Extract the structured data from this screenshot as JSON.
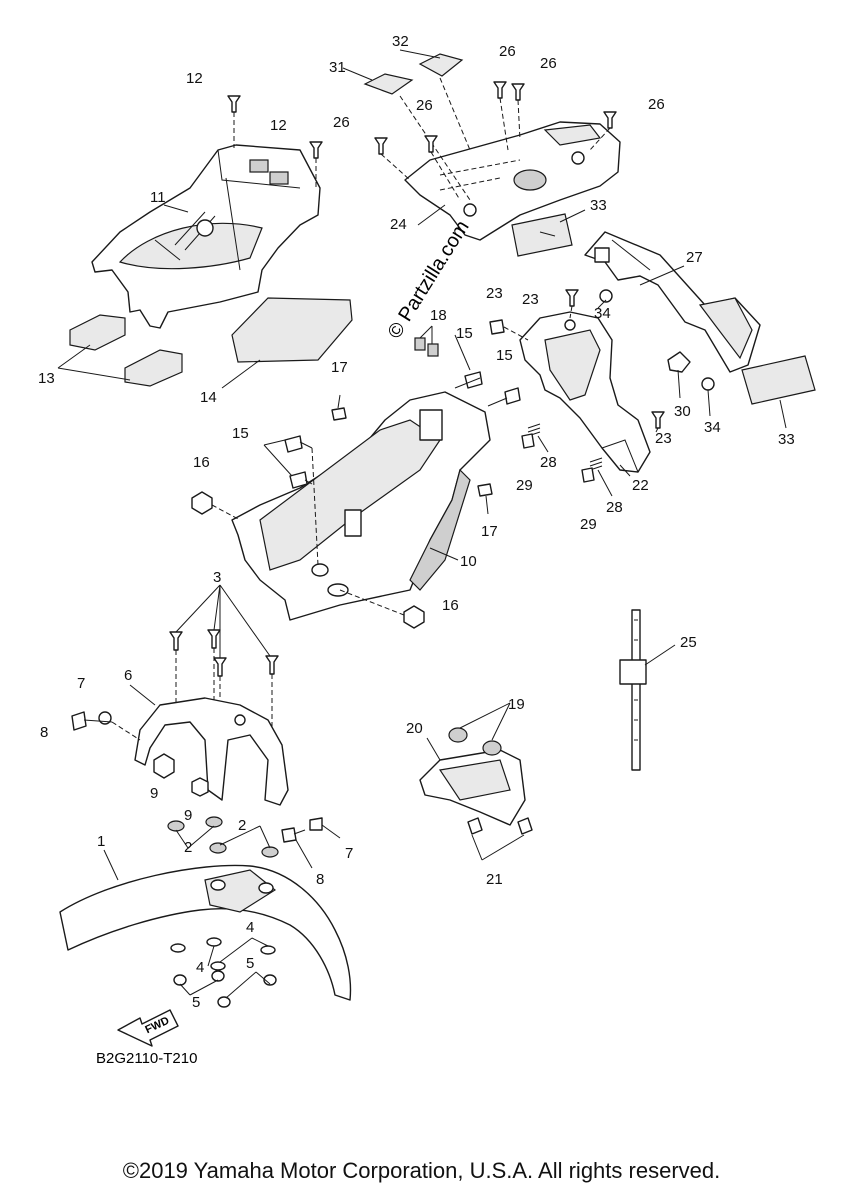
{
  "diagram": {
    "drawing_code": "B2G2110-T210",
    "watermark": "© Partzilla.com",
    "fwd_arrow_label": "FWD",
    "labels": [
      {
        "id": "l1",
        "text": "1"
      },
      {
        "id": "l2a",
        "text": "2"
      },
      {
        "id": "l2b",
        "text": "2"
      },
      {
        "id": "l3",
        "text": "3"
      },
      {
        "id": "l4a",
        "text": "4"
      },
      {
        "id": "l4b",
        "text": "4"
      },
      {
        "id": "l5a",
        "text": "5"
      },
      {
        "id": "l5b",
        "text": "5"
      },
      {
        "id": "l6",
        "text": "6"
      },
      {
        "id": "l7a",
        "text": "7"
      },
      {
        "id": "l7b",
        "text": "7"
      },
      {
        "id": "l8a",
        "text": "8"
      },
      {
        "id": "l8b",
        "text": "8"
      },
      {
        "id": "l9a",
        "text": "9"
      },
      {
        "id": "l9b",
        "text": "9"
      },
      {
        "id": "l10",
        "text": "10"
      },
      {
        "id": "l11",
        "text": "11"
      },
      {
        "id": "l12a",
        "text": "12"
      },
      {
        "id": "l12b",
        "text": "12"
      },
      {
        "id": "l13",
        "text": "13"
      },
      {
        "id": "l14",
        "text": "14"
      },
      {
        "id": "l15a",
        "text": "15"
      },
      {
        "id": "l15b",
        "text": "15"
      },
      {
        "id": "l15c",
        "text": "15"
      },
      {
        "id": "l16a",
        "text": "16"
      },
      {
        "id": "l16b",
        "text": "16"
      },
      {
        "id": "l17a",
        "text": "17"
      },
      {
        "id": "l17b",
        "text": "17"
      },
      {
        "id": "l18",
        "text": "18"
      },
      {
        "id": "l19",
        "text": "19"
      },
      {
        "id": "l20",
        "text": "20"
      },
      {
        "id": "l21",
        "text": "21"
      },
      {
        "id": "l22",
        "text": "22"
      },
      {
        "id": "l23a",
        "text": "23"
      },
      {
        "id": "l23b",
        "text": "23"
      },
      {
        "id": "l23c",
        "text": "23"
      },
      {
        "id": "l24",
        "text": "24"
      },
      {
        "id": "l25",
        "text": "25"
      },
      {
        "id": "l26a",
        "text": "26"
      },
      {
        "id": "l26b",
        "text": "26"
      },
      {
        "id": "l26c",
        "text": "26"
      },
      {
        "id": "l26d",
        "text": "26"
      },
      {
        "id": "l26e",
        "text": "26"
      },
      {
        "id": "l27",
        "text": "27"
      },
      {
        "id": "l28a",
        "text": "28"
      },
      {
        "id": "l28b",
        "text": "28"
      },
      {
        "id": "l29a",
        "text": "29"
      },
      {
        "id": "l29b",
        "text": "29"
      },
      {
        "id": "l30",
        "text": "30"
      },
      {
        "id": "l31",
        "text": "31"
      },
      {
        "id": "l32",
        "text": "32"
      },
      {
        "id": "l33a",
        "text": "33"
      },
      {
        "id": "l33b",
        "text": "33"
      },
      {
        "id": "l34a",
        "text": "34"
      },
      {
        "id": "l34b",
        "text": "34"
      }
    ]
  },
  "footer": {
    "copyright": "©2019 Yamaha Motor Corporation, U.S.A. All rights reserved."
  }
}
